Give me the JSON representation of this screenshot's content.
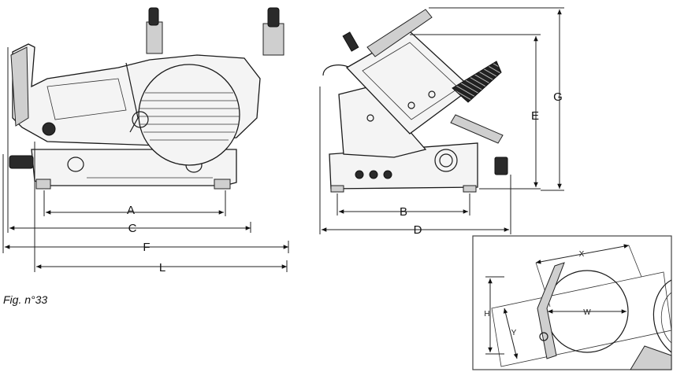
{
  "figure": {
    "caption": "Fig. n°33"
  },
  "front_view": {
    "dimensions": {
      "a": "A",
      "c": "C",
      "f": "F",
      "l": "L"
    }
  },
  "side_view": {
    "dimensions": {
      "b": "B",
      "d": "D",
      "e": "E",
      "g": "G"
    }
  },
  "inset_view": {
    "dimensions": {
      "x": "X",
      "w": "W",
      "h": "H",
      "y": "Y"
    }
  }
}
